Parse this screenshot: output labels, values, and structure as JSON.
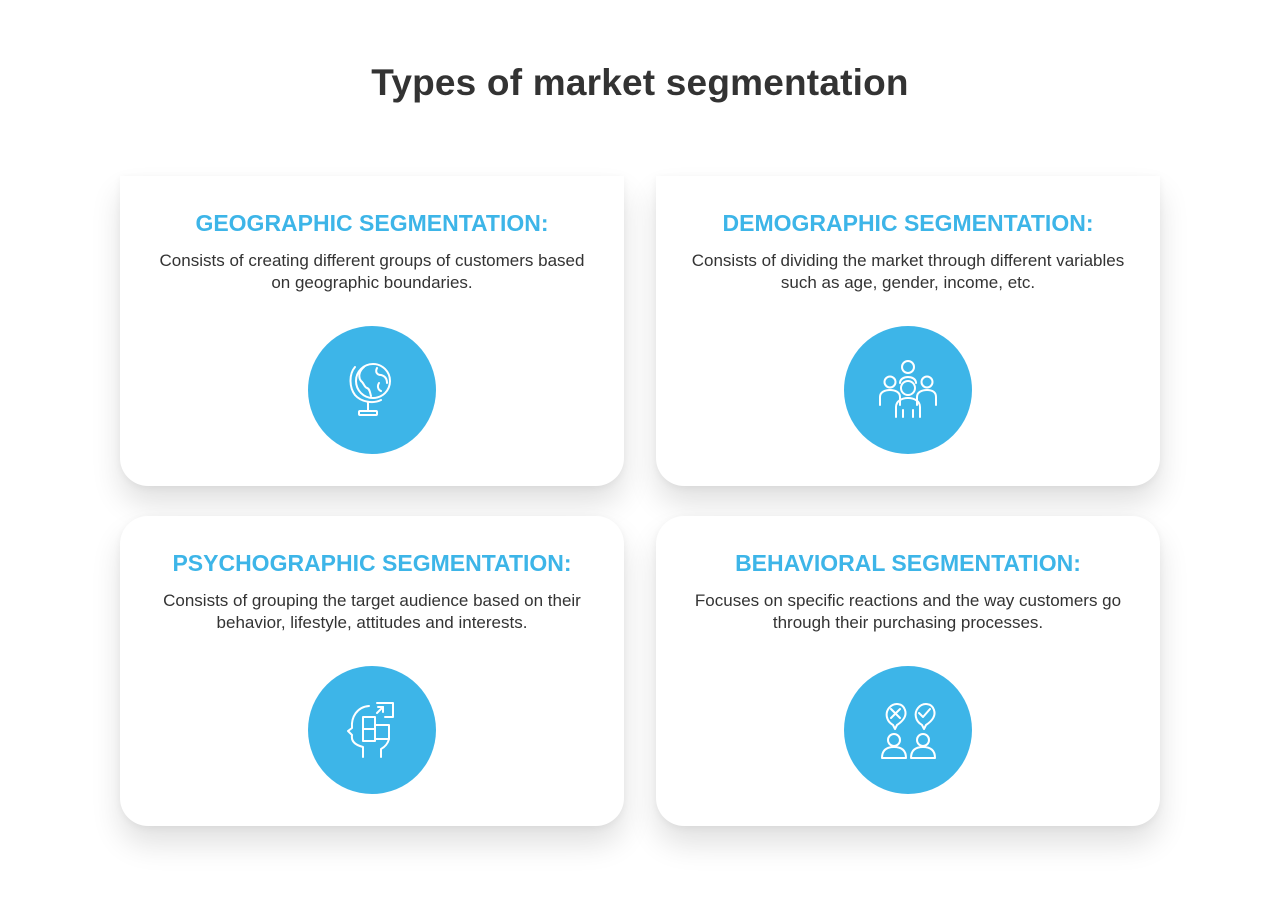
{
  "title": "Types of market segmentation",
  "cards": [
    {
      "heading": "GEOGRAPHIC SEGMENTATION:",
      "description": "Consists of creating different groups of customers based on geographic boundaries.",
      "icon": "globe-icon"
    },
    {
      "heading": "DEMOGRAPHIC SEGMENTATION:",
      "description": "Consists of dividing the market through different variables such as age, gender, income, etc.",
      "icon": "people-group-icon"
    },
    {
      "heading": "PSYCHOGRAPHIC SEGMENTATION:",
      "description": "Consists of grouping the target audience based on their behavior, lifestyle, attitudes and interests.",
      "icon": "head-puzzle-icon"
    },
    {
      "heading": "BEHAVIORAL SEGMENTATION:",
      "description": "Focuses on specific reactions and the way customers go through their purchasing processes.",
      "icon": "users-feedback-icon"
    }
  ],
  "colors": {
    "accent": "#3db5e8",
    "text": "#333333",
    "background": "#ffffff"
  }
}
